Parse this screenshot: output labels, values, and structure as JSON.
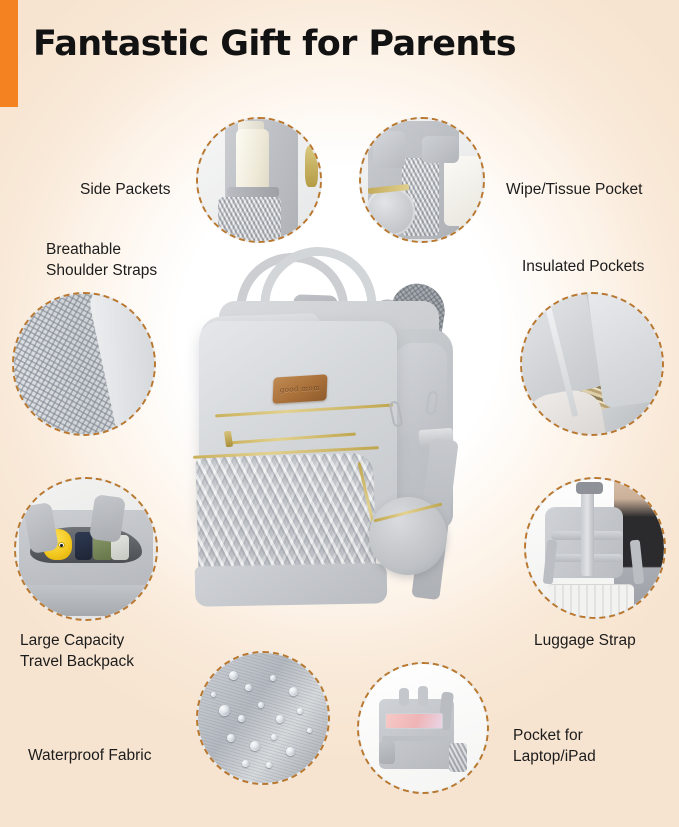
{
  "header": {
    "title": "Fantastic Gift for Parents",
    "accent_color": "#f58220"
  },
  "theme": {
    "background_center": "#ffffff",
    "background_edge": "#f7e4d0",
    "circle_border_color": "#b9782f",
    "text_color": "#1c1c1c",
    "bag_color": "#cfd2d6",
    "zipper_color": "#c9b05a",
    "leather_patch_color": "#a9703a"
  },
  "product": {
    "name": "diaper-bag-backpack",
    "brand_patch_text": "good mom"
  },
  "features": [
    {
      "id": "side-packets",
      "label": "Side Packets",
      "label_lines": "Side Packets",
      "position": "top-left"
    },
    {
      "id": "wipe-tissue-pocket",
      "label": "Wipe/Tissue Pocket",
      "label_lines": "Wipe/Tissue Pocket",
      "position": "top-right"
    },
    {
      "id": "breathable-shoulder-straps",
      "label": "Breathable Shoulder Straps",
      "label_lines": "Breathable\nShoulder Straps",
      "position": "left-upper"
    },
    {
      "id": "insulated-pockets",
      "label": "Insulated Pockets",
      "label_lines": "Insulated Pockets",
      "position": "right-upper"
    },
    {
      "id": "large-capacity-travel-backpack",
      "label": "Large Capacity Travel Backpack",
      "label_lines": "Large Capacity\nTravel Backpack",
      "position": "left-lower"
    },
    {
      "id": "luggage-strap",
      "label": "Luggage Strap",
      "label_lines": "Luggage Strap",
      "position": "right-lower"
    },
    {
      "id": "waterproof-fabric",
      "label": "Waterproof Fabric",
      "label_lines": "Waterproof Fabric",
      "position": "bottom-left"
    },
    {
      "id": "pocket-for-laptop-ipad",
      "label": "Pocket for Laptop/iPad",
      "label_lines": "Pocket for\nLaptop/iPad",
      "position": "bottom-right"
    }
  ]
}
